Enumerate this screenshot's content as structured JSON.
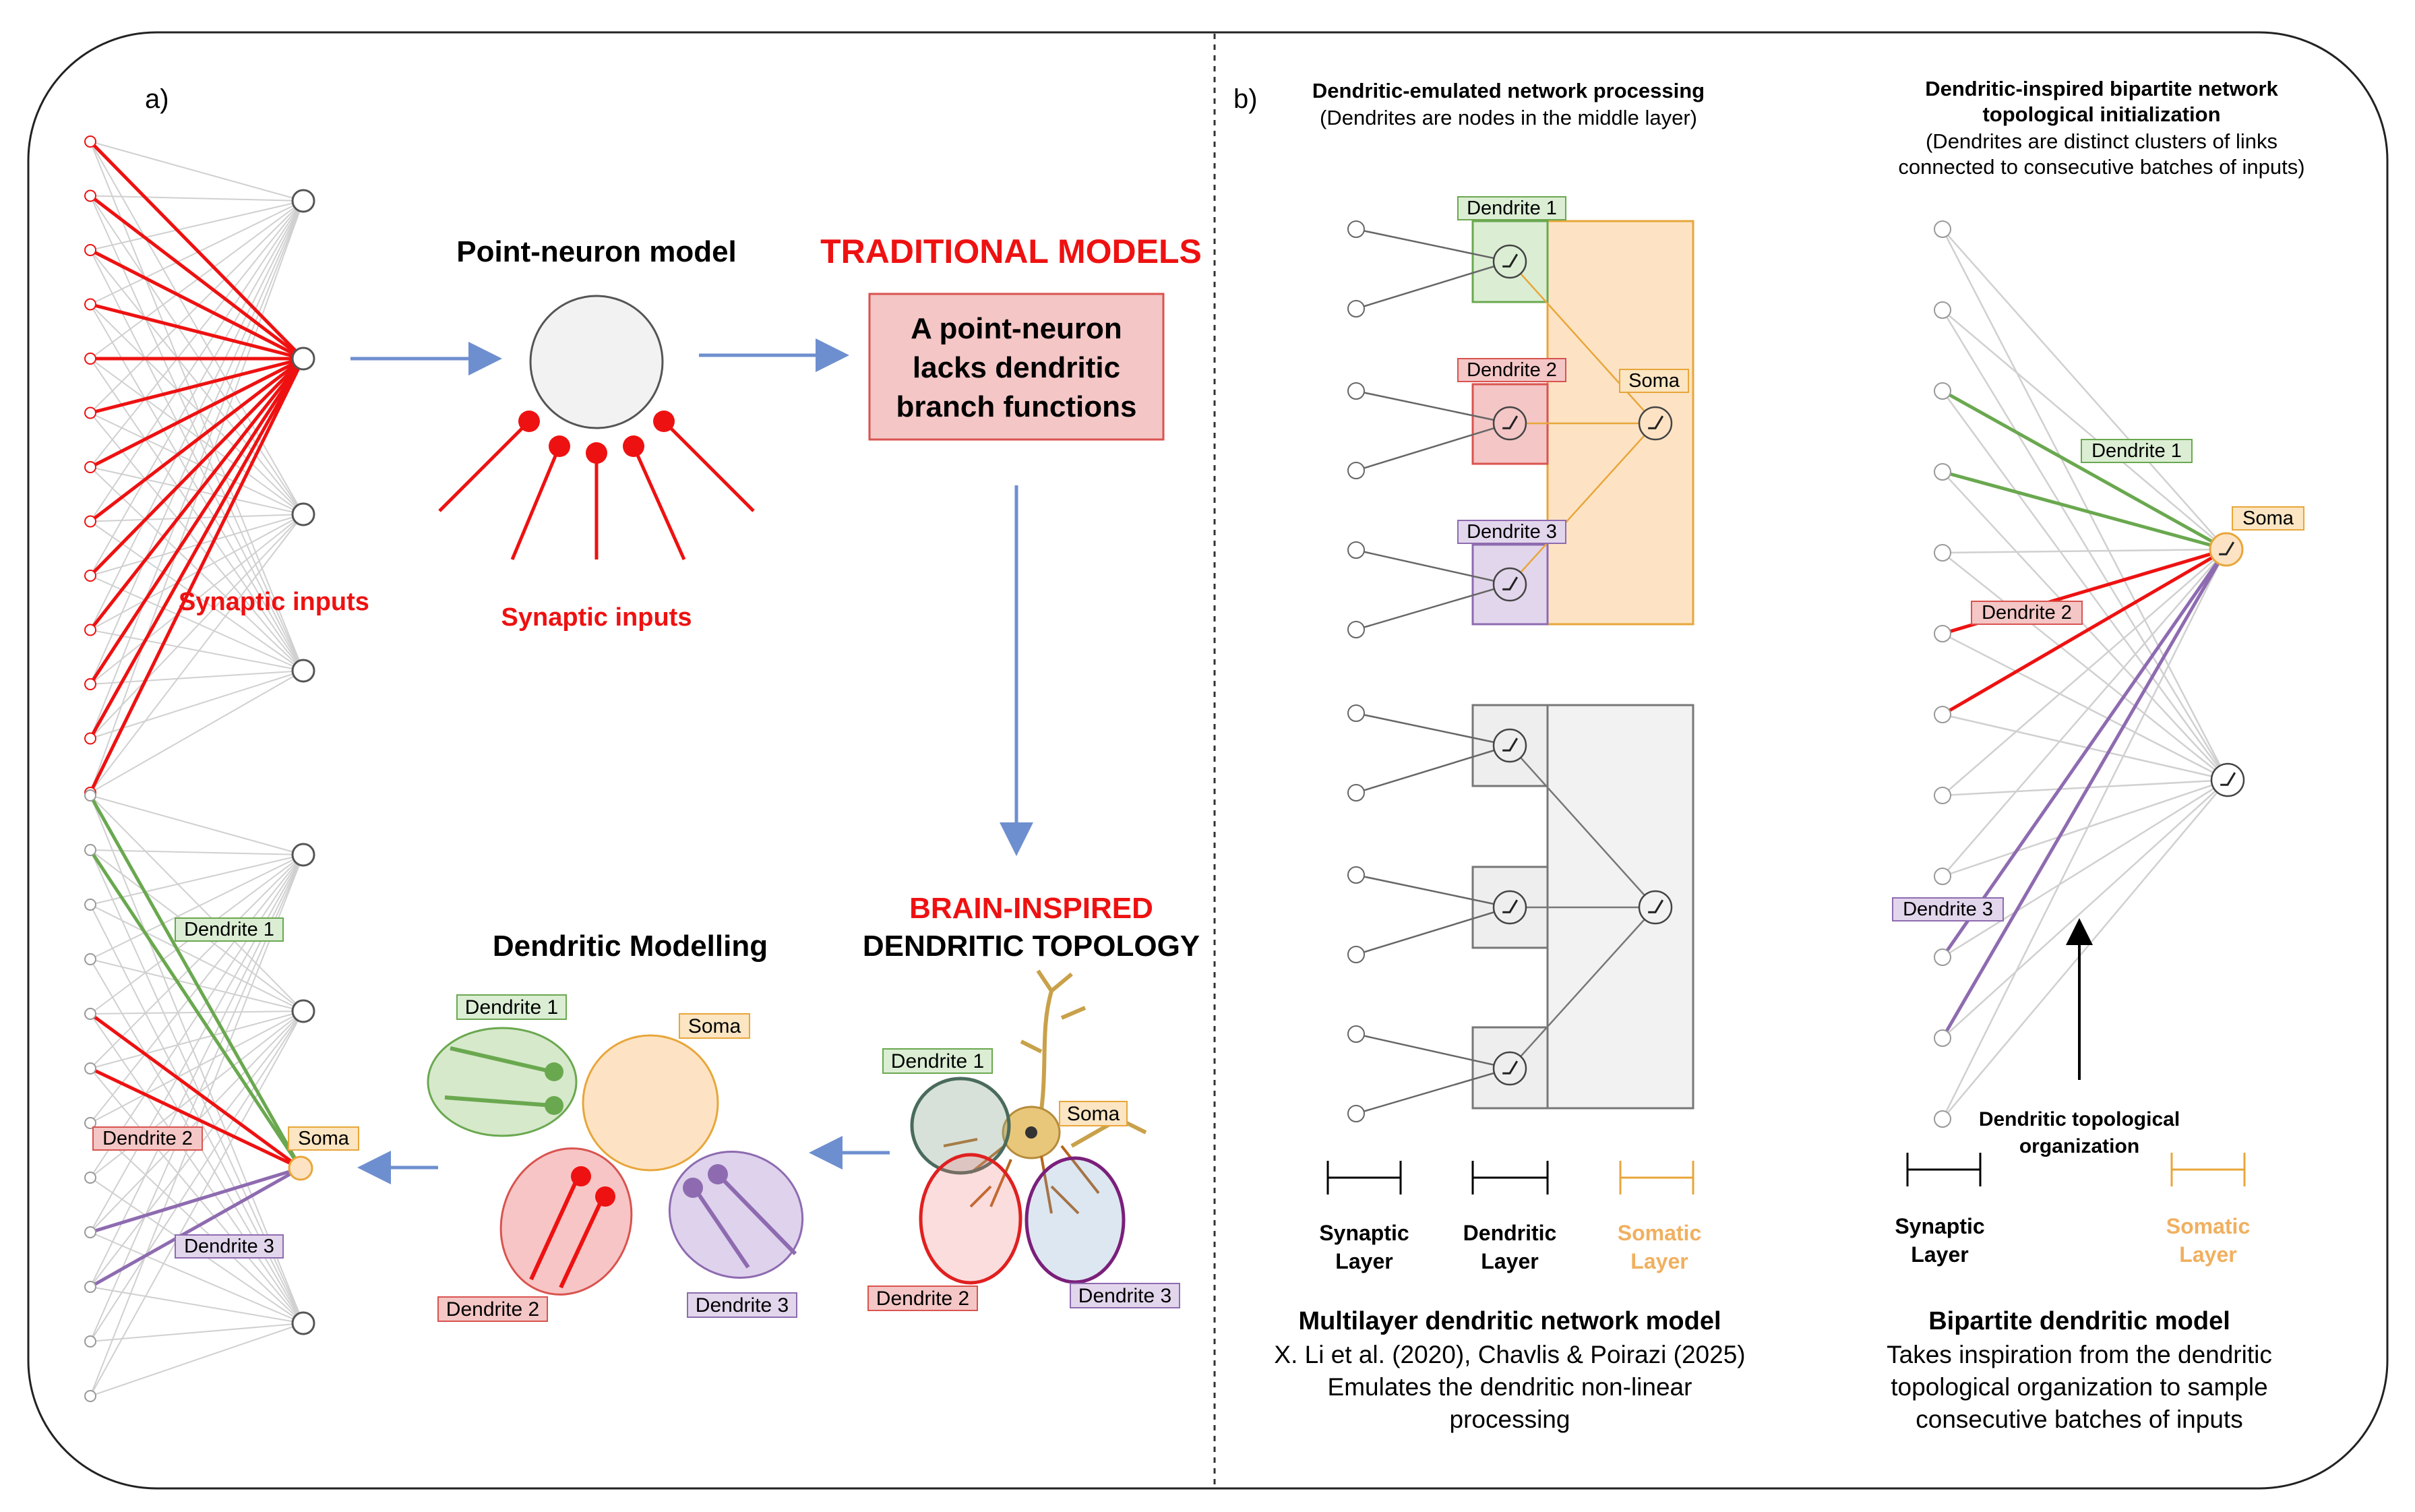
{
  "colors": {
    "red": "#ee1111",
    "green": "#6aa84f",
    "purple": "#8e6bb0",
    "orange": "#e8a63a",
    "blue_arrow": "#6e8fcf",
    "grey_line": "#d0d0d0",
    "dark_line": "#666666"
  },
  "panel_a": {
    "label": "a)",
    "synaptic_inputs_left": "Synaptic inputs",
    "point_neuron_title": "Point-neuron model",
    "synaptic_inputs_point": "Synaptic inputs",
    "traditional_title": "TRADITIONAL MODELS",
    "traditional_box_line1": "A point-neuron",
    "traditional_box_line2": "lacks dendritic",
    "traditional_box_line3": "branch functions",
    "brain_inspired_line1": "BRAIN-INSPIRED",
    "brain_inspired_line2": "DENDRITIC TOPOLOGY",
    "dendritic_modelling_title": "Dendritic Modelling",
    "labels": {
      "dendrite1": "Dendrite 1",
      "dendrite2": "Dendrite 2",
      "dendrite3": "Dendrite 3",
      "soma": "Soma"
    }
  },
  "panel_b": {
    "label": "b)",
    "left_title": "Dendritic-emulated network processing",
    "left_subtitle": "(Dendrites are nodes in the middle layer)",
    "right_title_line1": "Dendritic-inspired bipartite network",
    "right_title_line2": "topological initialization",
    "right_subtitle_line1": "(Dendrites are distinct clusters of links",
    "right_subtitle_line2": "connected to consecutive batches of inputs)",
    "labels": {
      "dendrite1": "Dendrite 1",
      "dendrite2": "Dendrite 2",
      "dendrite3": "Dendrite 3",
      "soma": "Soma"
    },
    "layers": {
      "synaptic_line1": "Synaptic",
      "synaptic_line2": "Layer",
      "dendritic_line1": "Dendritic",
      "dendritic_line2": "Layer",
      "somatic_line1": "Somatic",
      "somatic_line2": "Layer"
    },
    "topo_org_line1": "Dendritic topological",
    "topo_org_line2": "organization",
    "multilayer_title": "Multilayer dendritic network model",
    "multilayer_line1": "X. Li et al. (2020), Chavlis & Poirazi (2025)",
    "multilayer_line2": "Emulates the dendritic non-linear",
    "multilayer_line3": "processing",
    "bipartite_title": "Bipartite dendritic model",
    "bipartite_line1": "Takes inspiration from the dendritic",
    "bipartite_line2": "topological organization to sample",
    "bipartite_line3": "consecutive batches of inputs"
  }
}
